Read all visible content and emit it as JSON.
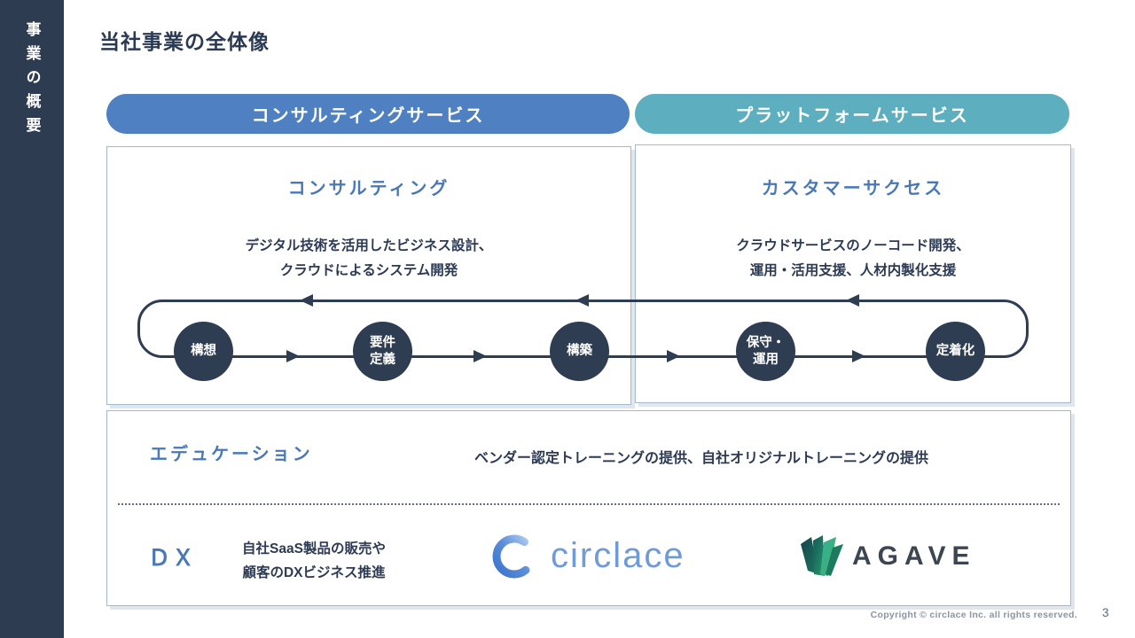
{
  "sidebar": {
    "label": "事業の概要"
  },
  "page": {
    "title": "当社事業の全体像",
    "page_number": "3",
    "copyright": "Copyright © circlace Inc. all rights reserved."
  },
  "headers": {
    "consulting": "コンサルティングサービス",
    "platform": "プラットフォームサービス"
  },
  "consulting_box": {
    "title": "コンサルティング",
    "desc": "デジタル技術を活用したビジネス設計、\nクラウドによるシステム開発"
  },
  "customer_box": {
    "title": "カスタマーサクセス",
    "desc": "クラウドサービスのノーコード開発、\n運用・活用支援、人材内製化支援"
  },
  "process": {
    "steps": [
      {
        "label": "構想"
      },
      {
        "label": "要件\n定義"
      },
      {
        "label": "構築"
      },
      {
        "label": "保守・\n運用"
      },
      {
        "label": "定着化"
      }
    ]
  },
  "education": {
    "title": "エデュケーション",
    "desc": "ベンダー認定トレーニングの提供、自社オリジナルトレーニングの提供"
  },
  "dx": {
    "title": "ＤＸ",
    "desc": "自社SaaS製品の販売や\n顧客のDXビジネス推進"
  },
  "logos": {
    "circlace": "circlace",
    "agave": "AGAVE"
  },
  "colors": {
    "sidebar_navy": "#2e3c52",
    "consulting_blue": "#4f80c2",
    "platform_teal": "#5dafbf",
    "heading_blue": "#4878b7",
    "body_navy": "#2c3a54",
    "circle_navy": "#2e3d52",
    "panel_border": "#a3b9cd",
    "circlace_blue": "#6f9bd8",
    "agave_dark": "#3c4552",
    "agave_green": "#3fae6a"
  }
}
